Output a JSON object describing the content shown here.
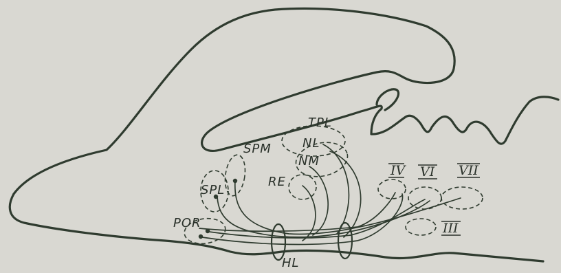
{
  "labels": {
    "tpl": "TPL",
    "nl": "NL",
    "nm": "NM",
    "spm": "SPM",
    "spl": "SPL",
    "re": "RE",
    "por": "POR",
    "hl": "HL",
    "iv": "IV",
    "vi": "VI",
    "vii": "VII",
    "iii": "III"
  },
  "colors": {
    "background": "#d9d8d2",
    "ink": "#2f3b2f"
  }
}
